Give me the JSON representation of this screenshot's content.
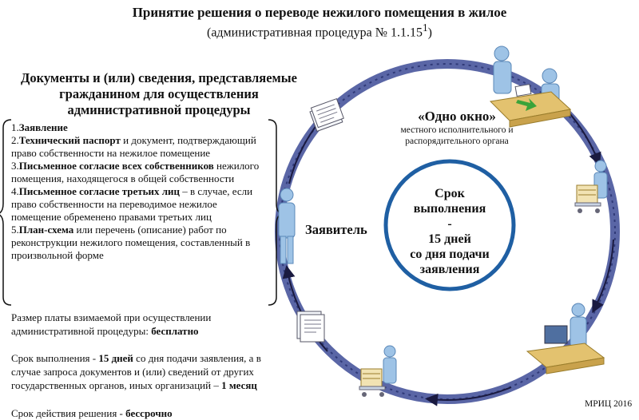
{
  "header": {
    "title": "Принятие решения о переводе нежилого помещения в жилое",
    "subtitle": "(административная процедура № 1.1.15",
    "subtitle_sup": "1",
    "subtitle_end": ")"
  },
  "docs": {
    "heading_line1": "Документы и (или) сведения, представляемые",
    "heading_line2": "гражданином для осуществления",
    "heading_line3": "административной процедуры",
    "items": [
      {
        "num": "1.",
        "bold": "Заявление",
        "rest": ""
      },
      {
        "num": "2.",
        "bold": "Технический паспорт",
        "rest": " и документ, подтверждающий право собственности на нежилое помещение"
      },
      {
        "num": "3.",
        "bold": "Письменное согласие всех собственников",
        "rest": " нежилого помещения, находящегося в общей собственности"
      },
      {
        "num": "4.",
        "bold": "Письменное согласие третьих лиц",
        "rest": " – в случае, если право собственности на переводимое нежилое помещение обременено правами третьих лиц"
      },
      {
        "num": "5.",
        "bold": "План-схема",
        "rest": " или перечень (описание) работ по реконструкции нежилого помещения, составленный в произвольной форме"
      }
    ]
  },
  "fee": {
    "text": "Размер платы взимаемой при осуществлении административной процедуры: ",
    "value": "бесплатно"
  },
  "term": {
    "label": "Срок выполнения    -   ",
    "days": "15 дней",
    "rest": " со дня подачи заявления, а в случае запроса документов и (или) сведений от других государственных органов, иных организаций – ",
    "month": "1 месяц"
  },
  "validity": {
    "label": "Срок действия решения  -    ",
    "value": "бессрочно"
  },
  "one_window": {
    "title": "«Одно окно»",
    "sub_line1": "местного исполнительного и",
    "sub_line2": "распорядительного органа"
  },
  "applicant": {
    "label": "Заявитель"
  },
  "center": {
    "line1": "Срок",
    "line2": "выполнения",
    "line3": "-",
    "line4": "15 дней",
    "line5": "со дня подачи",
    "line6": "заявления"
  },
  "credit": "МРИЦ 2016",
  "colors": {
    "ring": "#3f4a8a",
    "ring_inner": "#6d79b8",
    "center_circle": "#1f5fa3",
    "figure": "#9ec3e6",
    "desk": "#e3c26f",
    "arrow_green": "#3aa33a"
  },
  "icons": [
    "document-stack-icon",
    "person-figure-icon",
    "desk-meeting-icon",
    "cart-with-files-icon",
    "computer-workstation-icon"
  ]
}
